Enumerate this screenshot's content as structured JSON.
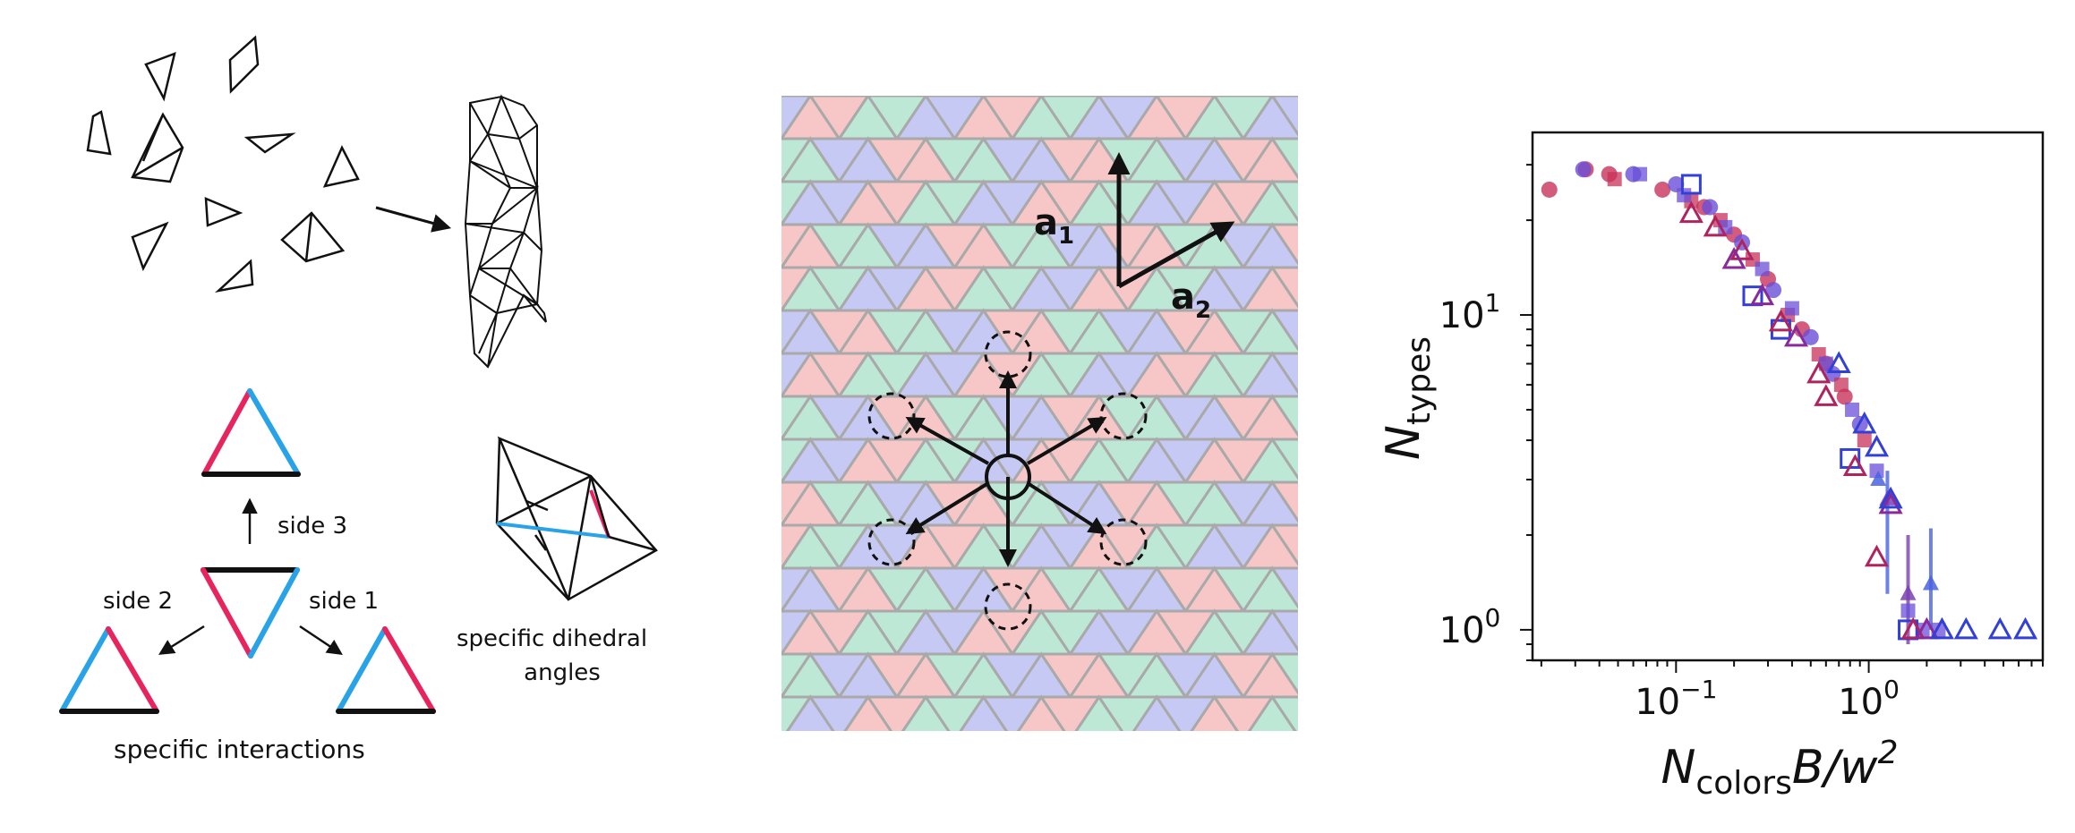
{
  "panels": {
    "assembly": {
      "side3_label": "side 3",
      "side2_label": "side 2",
      "side1_label": "side 1",
      "interactions_label": "specific interactions",
      "dihedral_label_line1": "specific dihedral",
      "dihedral_label_line2": "angles",
      "colors": {
        "red": "#e8245e",
        "blue": "#29a3e8",
        "black": "#111111"
      }
    },
    "lattice": {
      "a1_main": "a",
      "a1_sub": "1",
      "a2_main": "a",
      "a2_sub": "2",
      "tile_colors": {
        "red": "#f7c7c7",
        "green": "#bde8d6",
        "blue": "#c7c9f5",
        "edge": "#a9a9a9"
      }
    }
  },
  "chart_data": {
    "type": "scatter",
    "x_scale": "log",
    "y_scale": "log",
    "xlim": [
      0.018,
      8
    ],
    "ylim": [
      0.8,
      38
    ],
    "grid": false,
    "xlabel": {
      "main": "N",
      "sub": "colors",
      "rest": "B/w",
      "sup": "2"
    },
    "ylabel": {
      "main": "N",
      "sub": "types"
    },
    "x_ticks": [
      {
        "value": 0.1,
        "label_base": "10",
        "label_exp": "−1"
      },
      {
        "value": 1,
        "label_base": "10",
        "label_exp": "0"
      }
    ],
    "y_ticks": [
      {
        "value": 1,
        "label_base": "10",
        "label_exp": "0"
      },
      {
        "value": 10,
        "label_base": "10",
        "label_exp": "1"
      }
    ],
    "series": [
      {
        "marker": "circle",
        "color": "#c8325a",
        "points": [
          [
            0.022,
            25
          ],
          [
            0.034,
            29
          ],
          [
            0.045,
            28
          ],
          [
            0.085,
            25
          ],
          [
            0.14,
            22
          ],
          [
            0.2,
            18
          ],
          [
            0.3,
            13
          ],
          [
            0.45,
            9
          ],
          [
            0.6,
            7
          ],
          [
            0.75,
            5.5
          ]
        ]
      },
      {
        "marker": "circle",
        "color": "#6a4fd8",
        "points": [
          [
            0.033,
            29
          ],
          [
            0.06,
            28
          ],
          [
            0.1,
            26
          ],
          [
            0.15,
            22
          ],
          [
            0.22,
            17
          ],
          [
            0.32,
            12
          ],
          [
            0.5,
            8.5
          ],
          [
            0.65,
            6.5
          ],
          [
            0.9,
            4.5
          ]
        ]
      },
      {
        "marker": "square",
        "color": "#c8325a",
        "points": [
          [
            0.048,
            27
          ],
          [
            0.12,
            23
          ],
          [
            0.17,
            20
          ],
          [
            0.25,
            15
          ],
          [
            0.38,
            10
          ],
          [
            0.55,
            7.5
          ],
          [
            0.72,
            6
          ],
          [
            0.95,
            4
          ]
        ]
      },
      {
        "marker": "square",
        "color": "#6a4fd8",
        "points": [
          [
            0.065,
            28
          ],
          [
            0.11,
            24
          ],
          [
            0.18,
            19
          ],
          [
            0.28,
            14
          ],
          [
            0.4,
            10.5
          ],
          [
            0.6,
            7
          ],
          [
            0.82,
            5
          ],
          [
            1.1,
            3.2
          ],
          [
            1.6,
            1.15
          ],
          [
            1.9,
            1.0
          ],
          [
            2.3,
            1.0
          ]
        ]
      },
      {
        "marker": "triangle_filled",
        "color": "#7a3fb0",
        "points": [
          [
            1.25,
            2.6
          ],
          [
            1.6,
            1.3
          ]
        ]
      },
      {
        "marker": "triangle_filled",
        "color": "#4a63e0",
        "points": [
          [
            1.12,
            3.0
          ],
          [
            2.1,
            1.4
          ]
        ]
      },
      {
        "marker": "square_open",
        "color": "#3340d6",
        "points": [
          [
            0.12,
            26
          ],
          [
            0.25,
            11.5
          ],
          [
            0.35,
            9
          ],
          [
            0.8,
            3.5
          ],
          [
            1.6,
            1.0
          ]
        ]
      },
      {
        "marker": "triangle_open",
        "color": "#b0245e",
        "points": [
          [
            0.12,
            21
          ],
          [
            0.16,
            19
          ],
          [
            0.22,
            16
          ],
          [
            0.35,
            9.5
          ],
          [
            0.55,
            6.5
          ],
          [
            0.6,
            5.5
          ],
          [
            0.85,
            3.3
          ],
          [
            1.1,
            1.7
          ],
          [
            1.7,
            1.0
          ]
        ]
      },
      {
        "marker": "triangle_open",
        "color": "#8a2a9a",
        "points": [
          [
            0.2,
            15
          ],
          [
            0.28,
            11.5
          ],
          [
            0.42,
            8.5
          ],
          [
            1.3,
            2.5
          ],
          [
            2.0,
            1.0
          ]
        ]
      },
      {
        "marker": "triangle_open",
        "color": "#3340d6",
        "points": [
          [
            0.7,
            7.0
          ],
          [
            0.95,
            4.5
          ],
          [
            1.1,
            3.8
          ],
          [
            1.3,
            2.6
          ],
          [
            2.4,
            1.0
          ],
          [
            3.2,
            1.0
          ],
          [
            4.8,
            1.0
          ],
          [
            6.5,
            1.0
          ]
        ]
      }
    ],
    "error_bars": [
      {
        "x": 1.25,
        "y_low": 1.3,
        "y_high": 3.2,
        "color": "#4a63e0"
      },
      {
        "x": 1.6,
        "y_low": 0.9,
        "y_high": 2.0,
        "color": "#7a3fb0"
      },
      {
        "x": 2.1,
        "y_low": 1.0,
        "y_high": 2.1,
        "color": "#4a63e0"
      }
    ]
  }
}
